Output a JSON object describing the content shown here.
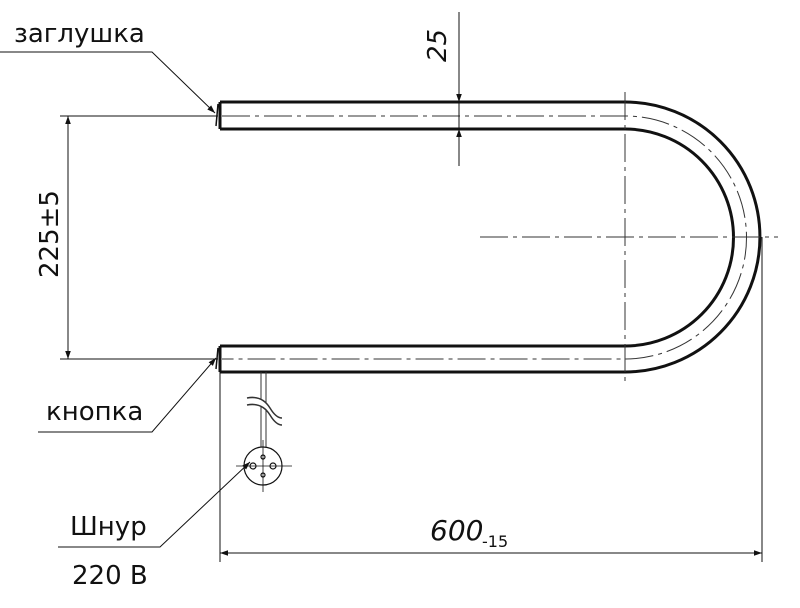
{
  "labels": {
    "cap": "заглушка",
    "button": "кнопка",
    "cord": "Шнур",
    "voltage": "220 В"
  },
  "dimensions": {
    "tube_diameter": "25",
    "height": "225±5",
    "length": "600",
    "length_tolerance": "-15"
  },
  "colors": {
    "line": "#111111",
    "thin": "#333333"
  }
}
